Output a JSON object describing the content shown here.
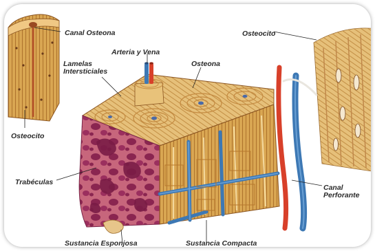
{
  "labels": {
    "canal_osteona": "Canal Osteona",
    "osteocito_right": "Osteocito",
    "arteria_vena": "Arteria y Vena",
    "lamelas_intersticiales": "Lamelas Intersticiales",
    "osteona": "Osteona",
    "osteocito_left": "Osteocito",
    "trabeculas": "Trabéculas",
    "canal_perforante": "Canal Perforante",
    "sustancia_esponjosa": "Sustancia Esponjosa",
    "sustancia_compacta": "Sustancia Compacta"
  },
  "colors": {
    "bone": "#e2b45e",
    "bone_dark": "#b8782c",
    "marrow": "#9a2c5c",
    "artery": "#d8402a",
    "vein": "#3d78b4",
    "label": "#2a2a2a"
  }
}
